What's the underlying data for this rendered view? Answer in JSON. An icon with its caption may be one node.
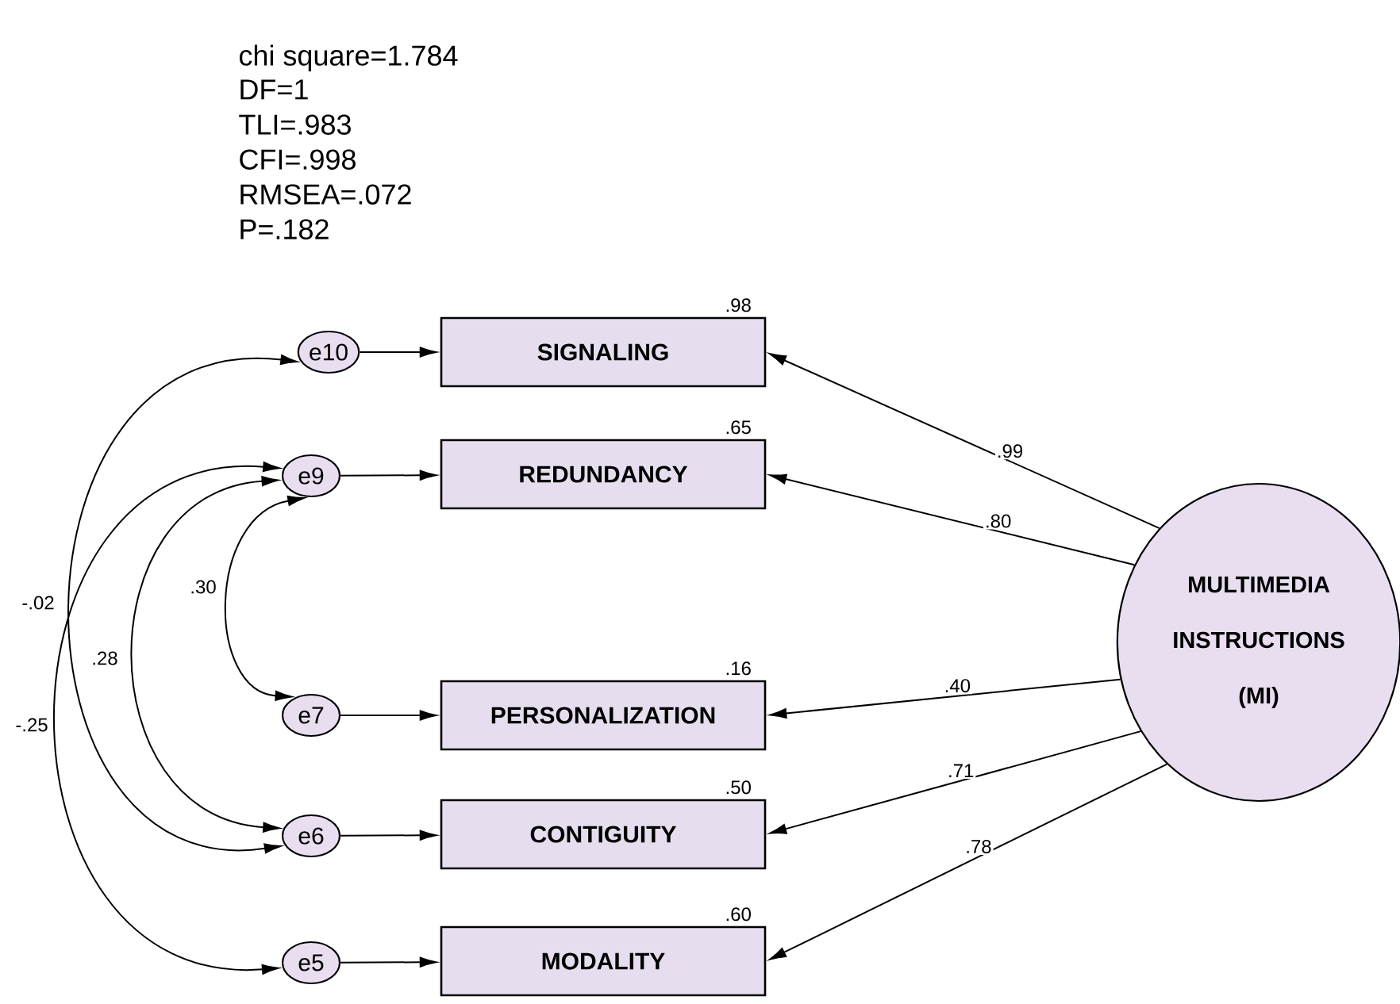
{
  "diagram": {
    "nodes": [
      {
        "text": [
          "e10"
        ]
      },
      {
        "text": [
          "SIGNALING"
        ],
        "beside": [
          ".98"
        ]
      },
      {
        "text": [
          "e9"
        ]
      },
      {
        "text": [
          "REDUNDANCY"
        ],
        "beside": [
          ".65"
        ]
      },
      {
        "text": [
          "e7"
        ]
      },
      {
        "text": [
          "PERSONALIZATION"
        ],
        "beside": [
          ".16"
        ]
      },
      {
        "text": [
          "e6"
        ]
      },
      {
        "text": [
          "CONTIGUITY"
        ],
        "beside": [
          ".50"
        ]
      },
      {
        "text": [
          "e5"
        ]
      },
      {
        "text": [
          "MODALITY"
        ],
        "beside": [
          ".60"
        ]
      },
      {
        "text": [
          "MULTIMEDIA INSTRUCTIONS (MI)"
        ]
      }
    ],
    "edges": [
      {
        "from": 0,
        "to": 1,
        "arrow": "to"
      },
      {
        "from": 2,
        "to": 3,
        "arrow": "to"
      },
      {
        "from": 4,
        "to": 5,
        "arrow": "to"
      },
      {
        "from": 6,
        "to": 7,
        "arrow": "to"
      },
      {
        "from": 8,
        "to": 9,
        "arrow": "to"
      },
      {
        "from": 10,
        "to": 1,
        "arrow": "to",
        "label": ".99"
      },
      {
        "from": 10,
        "to": 3,
        "arrow": "to",
        "label": ".80"
      },
      {
        "from": 10,
        "to": 5,
        "arrow": "to",
        "label": ".40"
      },
      {
        "from": 10,
        "to": 7,
        "arrow": "to",
        "label": ".71"
      },
      {
        "from": 10,
        "to": 9,
        "arrow": "to",
        "label": ".78"
      },
      {
        "from": 0,
        "to": 6,
        "arrow": "both",
        "label": "-.02"
      },
      {
        "from": 2,
        "to": 6,
        "arrow": "both",
        "label": ".28"
      },
      {
        "from": 2,
        "to": 4,
        "arrow": "both",
        "label": ".30"
      },
      {
        "from": 2,
        "to": 8,
        "arrow": "both",
        "label": "-.25"
      }
    ],
    "labels": [
      "chi square=1.784",
      "DF=1",
      "TLI=.983",
      "CFI=.998",
      "RMSEA=.072",
      "P=.182"
    ]
  }
}
